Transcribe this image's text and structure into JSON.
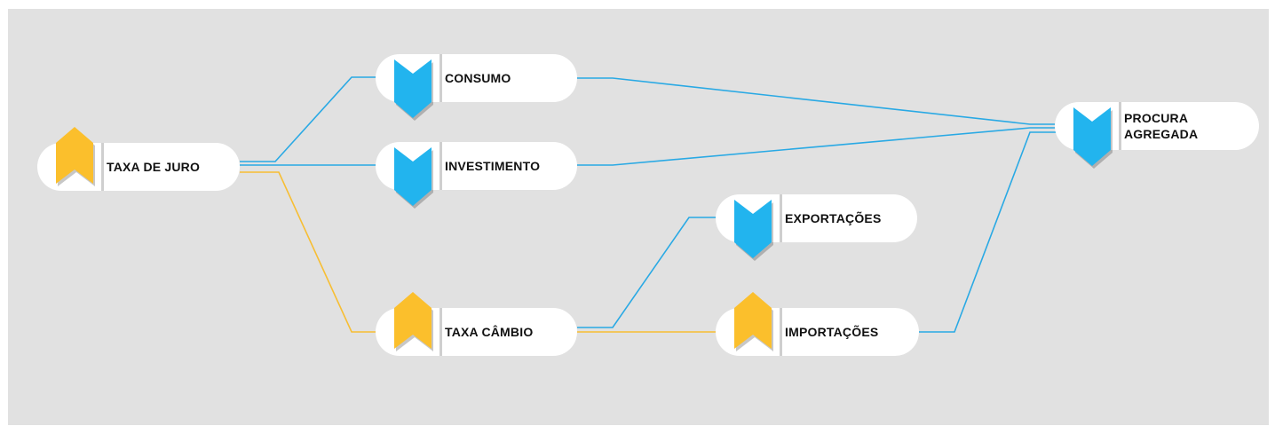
{
  "colors": {
    "background": "#e1e1e1",
    "node_bg": "#ffffff",
    "up_marker": "#fbbf2c",
    "down_marker": "#22b4ee",
    "link_blue": "#29a9e4",
    "link_yellow": "#f7be33"
  },
  "nodes": {
    "taxa_juro": {
      "label": "TAXA DE JURO",
      "marker": "up-arrow-icon"
    },
    "consumo": {
      "label": "CONSUMO",
      "marker": "down-arrow-icon"
    },
    "investimento": {
      "label": "INVESTIMENTO",
      "marker": "down-arrow-icon"
    },
    "exportacoes": {
      "label": "EXPORTAÇÕES",
      "marker": "down-arrow-icon"
    },
    "taxa_cambio": {
      "label": "TAXA CÂMBIO",
      "marker": "up-arrow-icon"
    },
    "importacoes": {
      "label": "IMPORTAÇÕES",
      "marker": "up-arrow-icon"
    },
    "procura_agregada": {
      "label": "PROCURA AGREGADA",
      "marker": "down-arrow-icon"
    }
  }
}
